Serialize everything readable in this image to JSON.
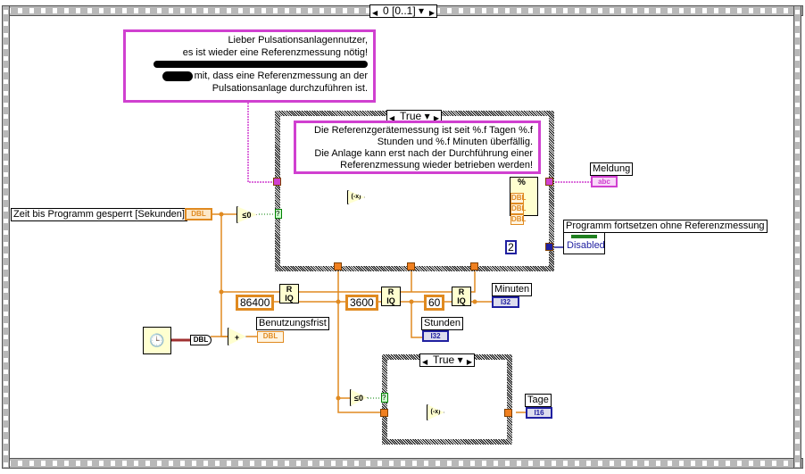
{
  "sequence": {
    "selector": "0 [0..1]"
  },
  "outer_comment": {
    "lines": [
      "Lieber Pulsationsanlagennutzer,",
      "es ist wieder eine Referenzmessung nötig!",
      "mit, dass eine Referenzmessung an der",
      "Pulsationsanlage durchzuführen ist."
    ]
  },
  "case_top": {
    "selector": "True",
    "comment": [
      "Die Referenzgerätemessung ist seit %.f Tagen %.f",
      "Stunden und %.f Minuten überfällig.",
      "Die Anlage kann erst nach der Durchführung einer",
      "Referenzmessung wieder betrieben werden!"
    ],
    "format_symbol": "%",
    "format_inputs": [
      "DBL",
      "DBL",
      "DBL"
    ]
  },
  "case_bottom": {
    "selector": "True"
  },
  "controls": {
    "zeit_label": "Zeit  bis Programm gesperrt [Sekunden]",
    "zeit_type": "DBL"
  },
  "indicators": {
    "meldung_label": "Meldung",
    "meldung_type": "abc",
    "programm_label": "Programm fortsetzen ohne Referenzmessung",
    "programm_value": "Disabled",
    "minuten_label": "Minuten",
    "minuten_type": "I32",
    "stunden_label": "Stunden",
    "stunden_type": "I32",
    "benutzung_label": "Benutzungsfrist",
    "benutzung_type": "DBL",
    "tage_label": "Tage",
    "tage_type": "I16"
  },
  "constants": {
    "enum_value": "2",
    "day": "86400",
    "hour": "3600",
    "minute": "60",
    "time_type": "DBL"
  },
  "nodes": {
    "le0": "≤0",
    "plus": "+",
    "neg": "(-x)",
    "quot_r": "R",
    "quot_iq": "IQ"
  },
  "colors": {
    "wire_dbl": "#e08a20",
    "wire_string": "#d040d0",
    "wire_enum": "#2020a0",
    "wire_bool": "#008000"
  }
}
